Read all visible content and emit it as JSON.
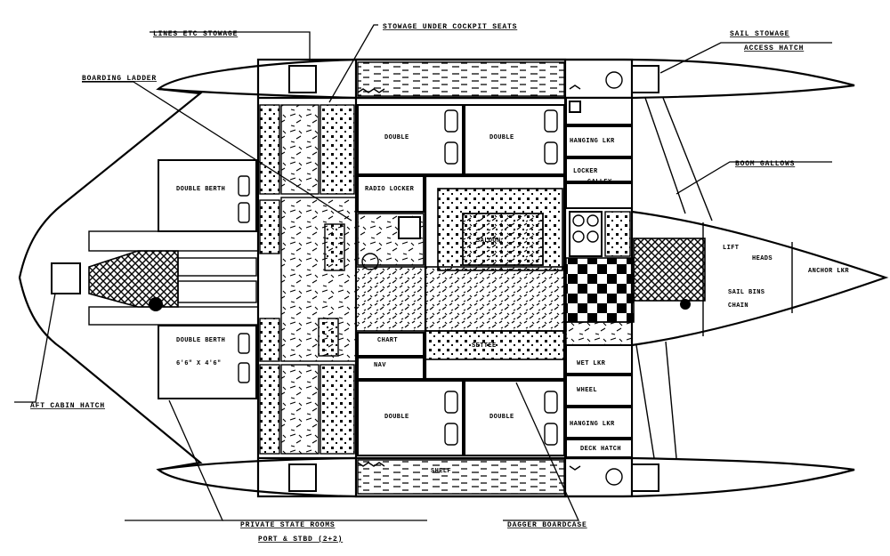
{
  "diagram": {
    "callouts": {
      "line_stowage": "LINES ETC STOWAGE",
      "stowage_under_seats": "STOWAGE UNDER COCKPIT SEATS",
      "sail_stowage": "SAIL STOWAGE",
      "access_hatch": "ACCESS HATCH",
      "boom_gallows": "BOOM GALLOWS",
      "boarding_ladder": "BOARDING LADDER",
      "aft_cabin_hatch": "AFT CABIN HATCH",
      "private_state_rooms": "PRIVATE STATE ROOMS",
      "port_stbd": "PORT & STBD (2+2)",
      "daggerboard": "DAGGER BOARDCASE"
    },
    "rooms": {
      "double_berth_top": "DOUBLE BERTH",
      "double_berth_bottom": "DOUBLE BERTH",
      "double_berth_size": "6'6\" X 4'6\"",
      "double_1": "DOUBLE",
      "double_2": "DOUBLE",
      "double_3": "DOUBLE",
      "double_4": "DOUBLE",
      "radio_locker": "RADIO LOCKER",
      "hanging_locker_top": "HANGING LKR",
      "locker_top": "LOCKER",
      "wet_locker": "WET LKR",
      "hanging_locker_bottom": "HANGING LKR",
      "galley": "GALLEY",
      "saloon": "SALOON",
      "settee": "SETTEE",
      "chart_table": "CHART",
      "nav_station": "NAV",
      "heads": "HEADS",
      "anchor_locker": "ANCHOR LKR",
      "sail_bins": "SAIL BINS",
      "wheel": "WHEEL",
      "lower_lift": "LIFT",
      "chain": "CHAIN",
      "deck_hatch": "DECK HATCH",
      "cockpit_shelf": "SHELF"
    }
  }
}
